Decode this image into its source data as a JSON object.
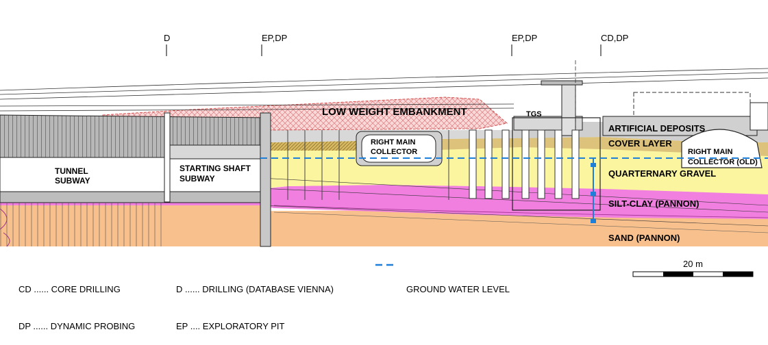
{
  "boreholes": [
    {
      "label": "D"
    },
    {
      "label": "EP,DP"
    },
    {
      "label": "EP,DP"
    },
    {
      "label": "CD,DP"
    }
  ],
  "structures": {
    "low_weight_embankment": "LOW WEIGHT EMBANKMENT",
    "tgs": "TGS",
    "right_main_collector": [
      "RIGHT MAIN",
      "COLLECTOR"
    ],
    "right_main_collector_old": [
      "RIGHT MAIN",
      "COLLECTOR (OLD)"
    ],
    "tunnel_subway": [
      "TUNNEL",
      "SUBWAY"
    ],
    "starting_shaft_subway": [
      "STARTING SHAFT",
      "SUBWAY"
    ]
  },
  "layers": {
    "artificial_deposits": {
      "label": "ARTIFICIAL DEPOSITS",
      "color": "#cfcfcf"
    },
    "cover_layer": {
      "label": "COVER LAYER",
      "color": "#dcc27a"
    },
    "quarternary_gravel": {
      "label": "QUARTERNARY GRAVEL",
      "color": "#fbf5a0"
    },
    "silt_clay": {
      "label": "SILT-CLAY (PANNON)",
      "color": "#f07fe0"
    },
    "sand": {
      "label": "SAND (PANNON)",
      "color": "#f8c08c"
    }
  },
  "legend": {
    "cd": "CD ...... CORE DRILLING",
    "dp": "DP ...... DYNAMIC PROBING",
    "d": "D ...... DRILLING (DATABASE VIENNA)",
    "ep": "EP .... EXPLORATORY PIT",
    "gwl": "GROUND WATER LEVEL",
    "gwl_color": "#1e7fd8"
  },
  "scale": {
    "label": "20 m"
  }
}
